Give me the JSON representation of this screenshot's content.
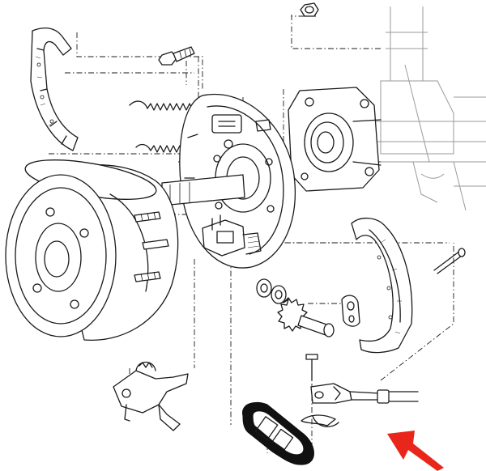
{
  "diagram": {
    "kind": "exploded-assembly",
    "parts": [
      "brake-drum",
      "brake-shoe-upper",
      "brake-shoe-lower",
      "backing-plate",
      "upper-return-spring",
      "lower-return-spring",
      "mounting-bolt",
      "nut",
      "axle-flange-housing",
      "wheel-studs",
      "adjuster-assembly",
      "star-wheel-adjuster",
      "washers",
      "adjuster-link",
      "hold-down-pin",
      "brake-cable-clevis",
      "clevis-pin",
      "cotter-pin",
      "brake-lever-assembly",
      "rubber-grommet",
      "rear-axle-leaf-spring"
    ],
    "callout": {
      "color": "#e8261c",
      "target": "brake-cable-clevis"
    }
  },
  "colors": {
    "line": "#1a1a1a",
    "background": "#ffffff",
    "arrow": "#e8261c"
  }
}
